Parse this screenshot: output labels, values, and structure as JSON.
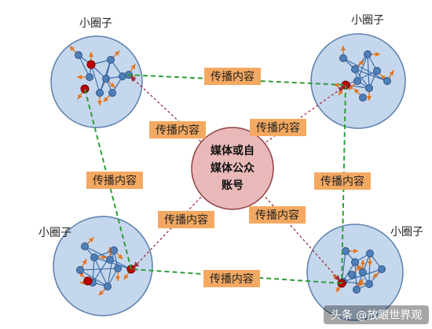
{
  "hub": {
    "lines": [
      "媒体或自",
      "媒体公众",
      "账号"
    ]
  },
  "circle_label": "小圈子",
  "edge_label": "传播内容",
  "watermark": "头条 @放眼世界观",
  "colors": {
    "circle_fill": "#c5d7ec",
    "circle_stroke": "#5b7fae",
    "node_fill": "#4f7fb9",
    "node_stroke": "#2f5585",
    "seed_fill": "#c00000",
    "arrow": "#e2741f",
    "link": "#3f6ea8",
    "green_dash": "#2e9e3a",
    "red_dash": "#9b2d3c",
    "hub_fill": "#e9b9b9",
    "hub_stroke": "#8f4040",
    "label_fill": "#f4a962"
  }
}
